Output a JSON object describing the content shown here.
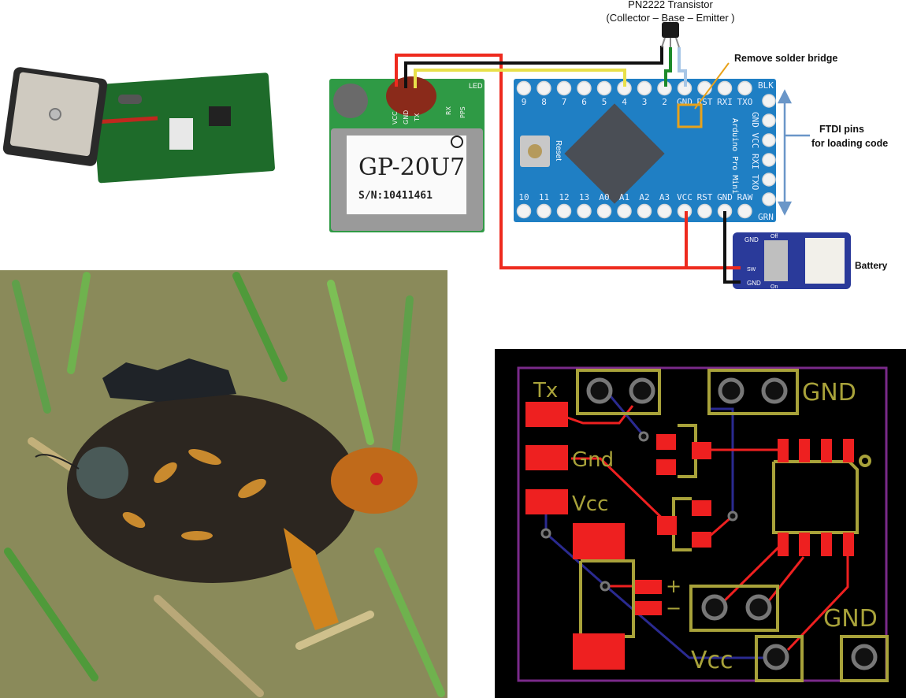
{
  "transistor": {
    "title": "PN2222 Transistor",
    "pinout": "(Collector – Base –  Emitter )"
  },
  "callouts": {
    "solder_bridge": "Remove solder bridge",
    "ftdi_line1": "FTDI pins",
    "ftdi_line2": "for loading code",
    "battery": "Battery"
  },
  "gps_module": {
    "model": "GP-20U7",
    "serial": "S/N:10411461",
    "led": "LED",
    "pins": [
      "VCC",
      "GND",
      "TX",
      "RX",
      "PPS"
    ]
  },
  "arduino": {
    "top_pins": [
      "9",
      "8",
      "7",
      "6",
      "5",
      "4",
      "3",
      "2",
      "GND",
      "RST",
      "RXI",
      "TXO"
    ],
    "bottom_pins": [
      "10",
      "11",
      "12",
      "13",
      "A0",
      "A1",
      "A2",
      "A3",
      "VCC",
      "RST",
      "GND",
      "RAW"
    ],
    "side_top": "BLK",
    "side_labels": "GND VCC RXI TXO",
    "side_bottom": "GRN",
    "reset": "Reset",
    "board_name": "Arduino Pro Mini"
  },
  "battery_board": {
    "gnd_top": "GND",
    "off": "Off",
    "on": "On",
    "gnd_bottom": "GND",
    "sw": "SW"
  },
  "pcb": {
    "labels": {
      "tx": "Tx",
      "gnd_top": "GND",
      "gnd_mid": "Gnd",
      "vcc_mid": "Vcc",
      "plus": "+",
      "minus": "−",
      "gnd_bottom": "GND",
      "vcc_bottom": "Vcc"
    }
  },
  "colors": {
    "wire_red": "#ee2a1e",
    "wire_black": "#111111",
    "wire_yellow": "#e8e04a",
    "wire_green": "#1d8a2a",
    "wire_blue": "#a7c6e6",
    "board_blue": "#1f7fc4",
    "pcb_copper": "#ee2020",
    "pcb_silk": "#a8a23a",
    "pcb_outline": "#7a2a8a",
    "annotation_orange": "#e8a21a"
  }
}
